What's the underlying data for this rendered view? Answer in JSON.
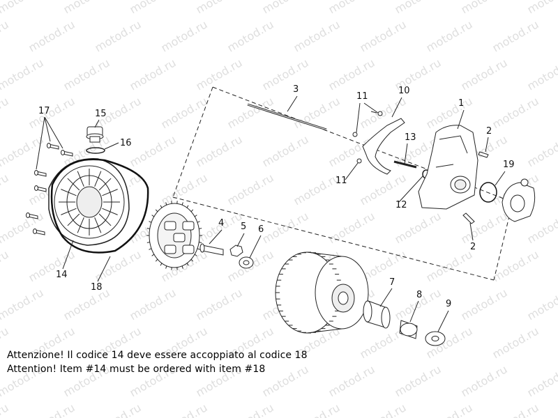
{
  "watermark": "motod.ru",
  "notes": {
    "italian": "Attenzione! Il codice 14 deve essere accoppiato al codice 18",
    "english": "Attention! Item #14 must be ordered with item #18"
  },
  "callouts": [
    "1",
    "2",
    "2",
    "3",
    "4",
    "5",
    "6",
    "7",
    "8",
    "9",
    "10",
    "11",
    "11",
    "12",
    "13",
    "14",
    "15",
    "16",
    "17",
    "18",
    "19"
  ]
}
